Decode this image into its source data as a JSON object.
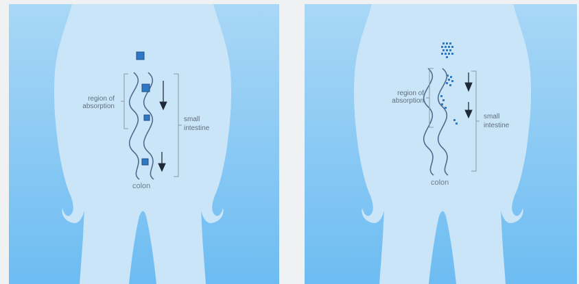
{
  "panels": [
    {
      "id": "left",
      "labels": {
        "region_line1": "region of",
        "region_line2": "absorption",
        "intestine_line1": "small",
        "intestine_line2": "intestine",
        "colon": "colon"
      }
    },
    {
      "id": "right",
      "labels": {
        "region_line1": "region of",
        "region_line2": "absorption",
        "intestine_line1": "small",
        "intestine_line2": "intestine",
        "colon": "colon"
      }
    }
  ],
  "colors": {
    "page_bg": "#f0f1f3",
    "sky_top": "#a9d7f6",
    "sky_bottom": "#6dbcf2",
    "body_fill": "#cbe5f8",
    "intestine_line": "#4f6a8c",
    "particle": "#2f78c6",
    "particle_stroke": "#1d4e86",
    "arrow": "#1f2a36"
  }
}
